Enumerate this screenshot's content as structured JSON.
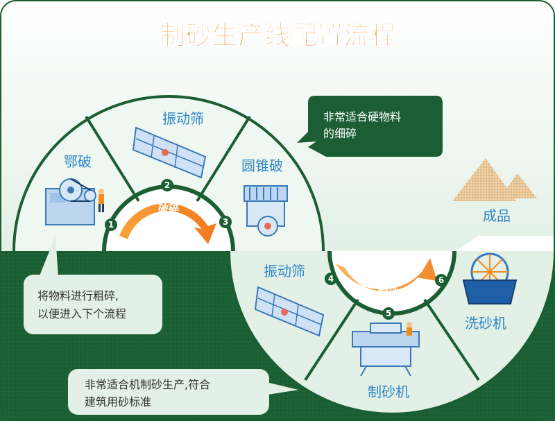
{
  "title": "制砂生产线配置流程",
  "colors": {
    "accent_orange": "#f58a1f",
    "dark_green": "#1b5e34",
    "light_green": "#e2f0e6",
    "label_blue": "#2f86c6"
  },
  "stages": {
    "jaw": {
      "num": "1",
      "label": "鄂破"
    },
    "screen1": {
      "num": "2",
      "label": "振动筛"
    },
    "cone": {
      "num": "3",
      "label": "圆锥破"
    },
    "screen2": {
      "num": "4",
      "label": "振动筛"
    },
    "sandmaker": {
      "num": "5",
      "label": "制砂机"
    },
    "washer": {
      "num": "6",
      "label": "洗砂机"
    }
  },
  "product_label": "成品",
  "arrows": {
    "crush": "破碎",
    "sand": "制砂"
  },
  "notes": {
    "cone": {
      "line1": "非常适合硬物料",
      "line2": "的细碎"
    },
    "jaw": {
      "line1": "将物料进行粗碎,",
      "line2": "以便进入下个流程"
    },
    "sand": {
      "line1": "非常适合机制砂生产,符合",
      "line2": "建筑用砂标准"
    }
  }
}
